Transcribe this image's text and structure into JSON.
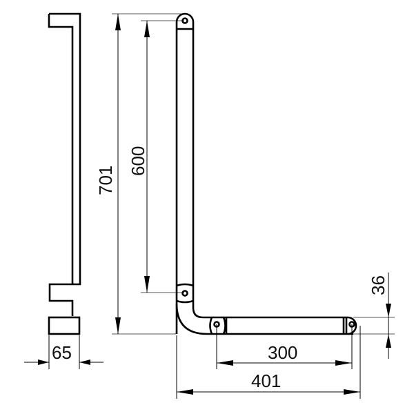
{
  "drawing": {
    "title": "L-shaped grab bar dimensioned drawing",
    "units": "mm",
    "views": [
      "side-profile",
      "front-elevation"
    ]
  },
  "dimensions": {
    "side_depth": "65",
    "total_height": "701",
    "fixing_height": "600",
    "bar_diameter": "36",
    "fixing_width": "300",
    "total_width": "401"
  },
  "colors": {
    "line": "#000000",
    "extension": "#555555",
    "background": "#ffffff"
  }
}
